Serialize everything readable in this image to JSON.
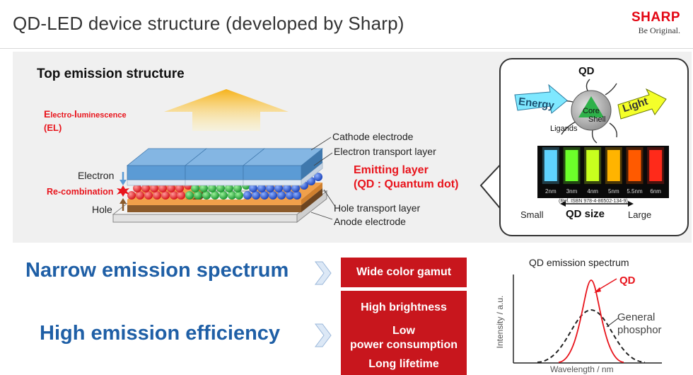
{
  "header": {
    "title": "QD-LED device structure (developed by Sharp)",
    "brand": {
      "name": "SHARP",
      "tagline": "Be Original.",
      "color": "#e30613"
    }
  },
  "structure": {
    "heading": "Top emission structure",
    "el_label_line1_prefix_E": "E",
    "el_label_line1_mid": "lectro-",
    "el_label_line1_L": "l",
    "el_label_line1_rest": "uminescence",
    "el_label_line2": "(EL)",
    "left_labels": {
      "electron": "Electron",
      "recombination": "Re-combination",
      "hole": "Hole"
    },
    "layers": {
      "cathode": "Cathode electrode",
      "electron_transport": "Electron transport layer",
      "emitting_line1": "Emitting layer",
      "emitting_line2": "(QD : Quantum dot)",
      "hole_transport": "Hole transport layer",
      "anode": "Anode electrode"
    },
    "colors": {
      "cathode": "#5b9bd5",
      "transport": "#dfe8f2",
      "red_dots": "#e8141c",
      "green_dots": "#22a33a",
      "blue_dots": "#1b4fd1",
      "hole_layer": "#f0a04b",
      "anode": "#8a5a2b"
    }
  },
  "qd": {
    "title": "QD",
    "energy_label": "Energy",
    "light_label": "Light",
    "ligands_label": "Ligands",
    "core_label": "Core",
    "shell_label": "Shell",
    "vial_sizes": [
      "2nm",
      "3nm",
      "4nm",
      "5nm",
      "5.5nm",
      "6nm"
    ],
    "vial_colors": [
      "#5fd3ff",
      "#6cff2a",
      "#c8ff1e",
      "#ffb400",
      "#ff5a00",
      "#ff2a1a"
    ],
    "reference": "(Ref. ISBN 978-4-86502-134-9)",
    "size_small": "Small",
    "size_label": "QD size",
    "size_large": "Large"
  },
  "features": {
    "narrow": "Narrow emission spectrum",
    "efficiency": "High emission efficiency",
    "box_gamut": "Wide color gamut",
    "benefits": [
      "High brightness",
      "Low",
      "power consumption",
      "Long lifetime"
    ]
  },
  "spectrum": {
    "title": "QD emission spectrum",
    "ylabel": "Intensity / a.u.",
    "xlabel": "Wavelength / nm",
    "qd_label": "QD",
    "general_line1": "General",
    "general_line2": "phosphor"
  }
}
